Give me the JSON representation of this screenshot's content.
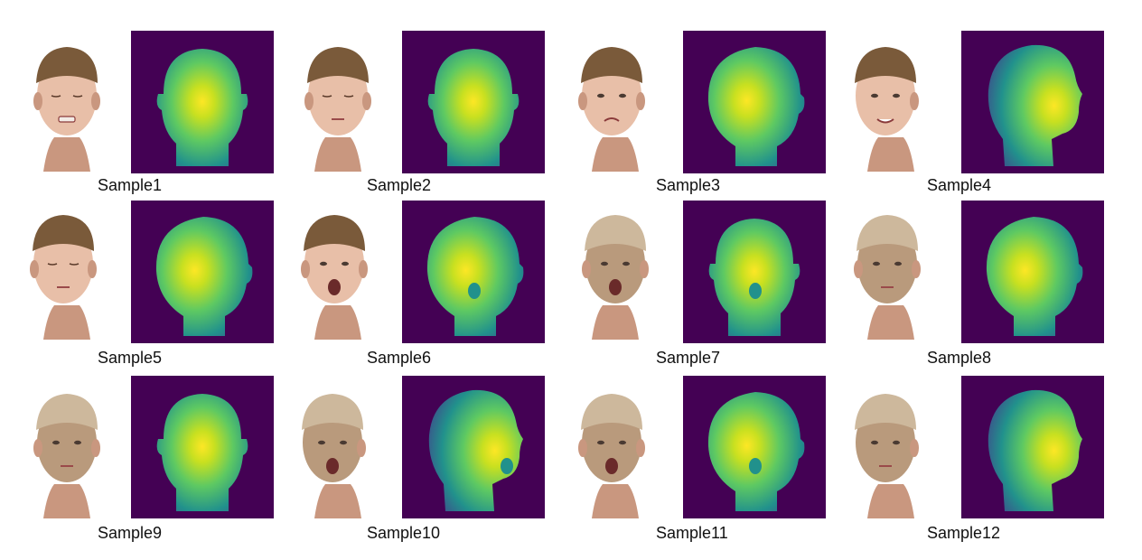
{
  "figure": {
    "samples": [
      {
        "label": "Sample1",
        "view": "front",
        "expression": "grimace",
        "cap": "dark",
        "depth_peak": "nose"
      },
      {
        "label": "Sample2",
        "view": "front",
        "expression": "eyes-closed",
        "cap": "dark",
        "depth_peak": "face"
      },
      {
        "label": "Sample3",
        "view": "three-quarter",
        "expression": "frown",
        "cap": "dark",
        "depth_peak": "cheek"
      },
      {
        "label": "Sample4",
        "view": "profile",
        "expression": "smile",
        "cap": "dark",
        "depth_peak": "profile"
      },
      {
        "label": "Sample5",
        "view": "three-quarter",
        "expression": "squint",
        "cap": "dark",
        "depth_peak": "face"
      },
      {
        "label": "Sample6",
        "view": "three-quarter",
        "expression": "open-mouth",
        "cap": "dark",
        "depth_peak": "face"
      },
      {
        "label": "Sample7",
        "view": "front",
        "expression": "scream",
        "cap": "light",
        "depth_peak": "nose"
      },
      {
        "label": "Sample8",
        "view": "three-quarter",
        "expression": "neutral",
        "cap": "light",
        "depth_peak": "cheek"
      },
      {
        "label": "Sample9",
        "view": "front",
        "expression": "neutral",
        "cap": "light",
        "depth_peak": "nose"
      },
      {
        "label": "Sample10",
        "view": "profile",
        "expression": "open-mouth",
        "cap": "light",
        "depth_peak": "profile"
      },
      {
        "label": "Sample11",
        "view": "three-quarter",
        "expression": "scream",
        "cap": "light",
        "depth_peak": "face"
      },
      {
        "label": "Sample12",
        "view": "profile",
        "expression": "neutral",
        "cap": "light",
        "depth_peak": "profile"
      }
    ],
    "colors": {
      "background": "#ffffff",
      "depth_background": "#440154",
      "depth_far": "#3b528b",
      "depth_mid": "#21918c",
      "depth_near": "#5ec962",
      "depth_peak": "#c8e020",
      "depth_max": "#fde725",
      "skin": "#e8bfa8",
      "skin_shadow": "#c9977f",
      "skin_aged": "#b99a7c",
      "cap_dark": "#7a5a3a",
      "cap_light": "#cdb89c",
      "label_text": "#111111"
    }
  }
}
